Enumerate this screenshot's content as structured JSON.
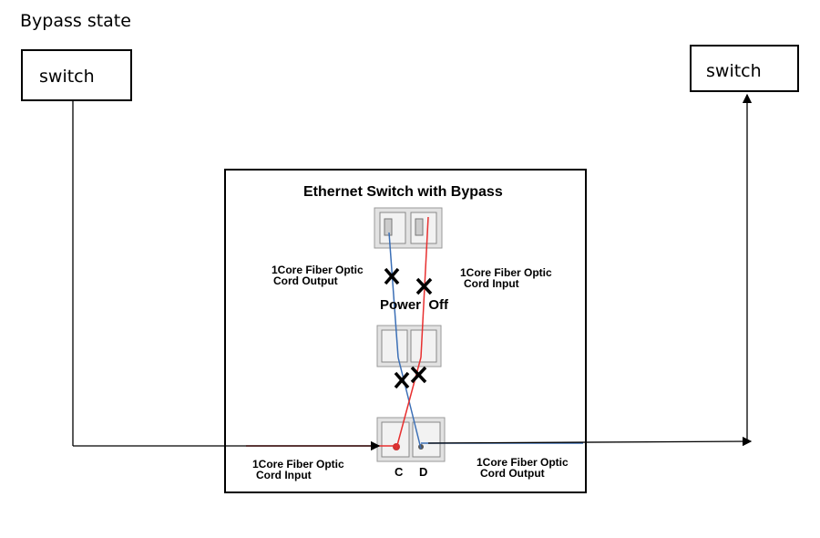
{
  "title": "Bypass state",
  "left_switch": {
    "label": "switch"
  },
  "right_switch": {
    "label": "switch"
  },
  "device": {
    "title": "Ethernet Switch with Bypass",
    "power_label": "Power  Off",
    "top_left_label": [
      "1Core Fiber Optic",
      "Cord Output"
    ],
    "top_right_label": [
      "1Core Fiber Optic",
      "Cord Input"
    ],
    "bottom_left_label": [
      "1Core Fiber Optic",
      "Cord Input"
    ],
    "bottom_right_label": [
      "1Core Fiber Optic",
      "Cord Output"
    ],
    "port_c": "C",
    "port_d": "D"
  },
  "colors": {
    "fiber_blue": "#3b6fb6",
    "fiber_red": "#e83030",
    "connector_gray": "#d9d9d9"
  }
}
